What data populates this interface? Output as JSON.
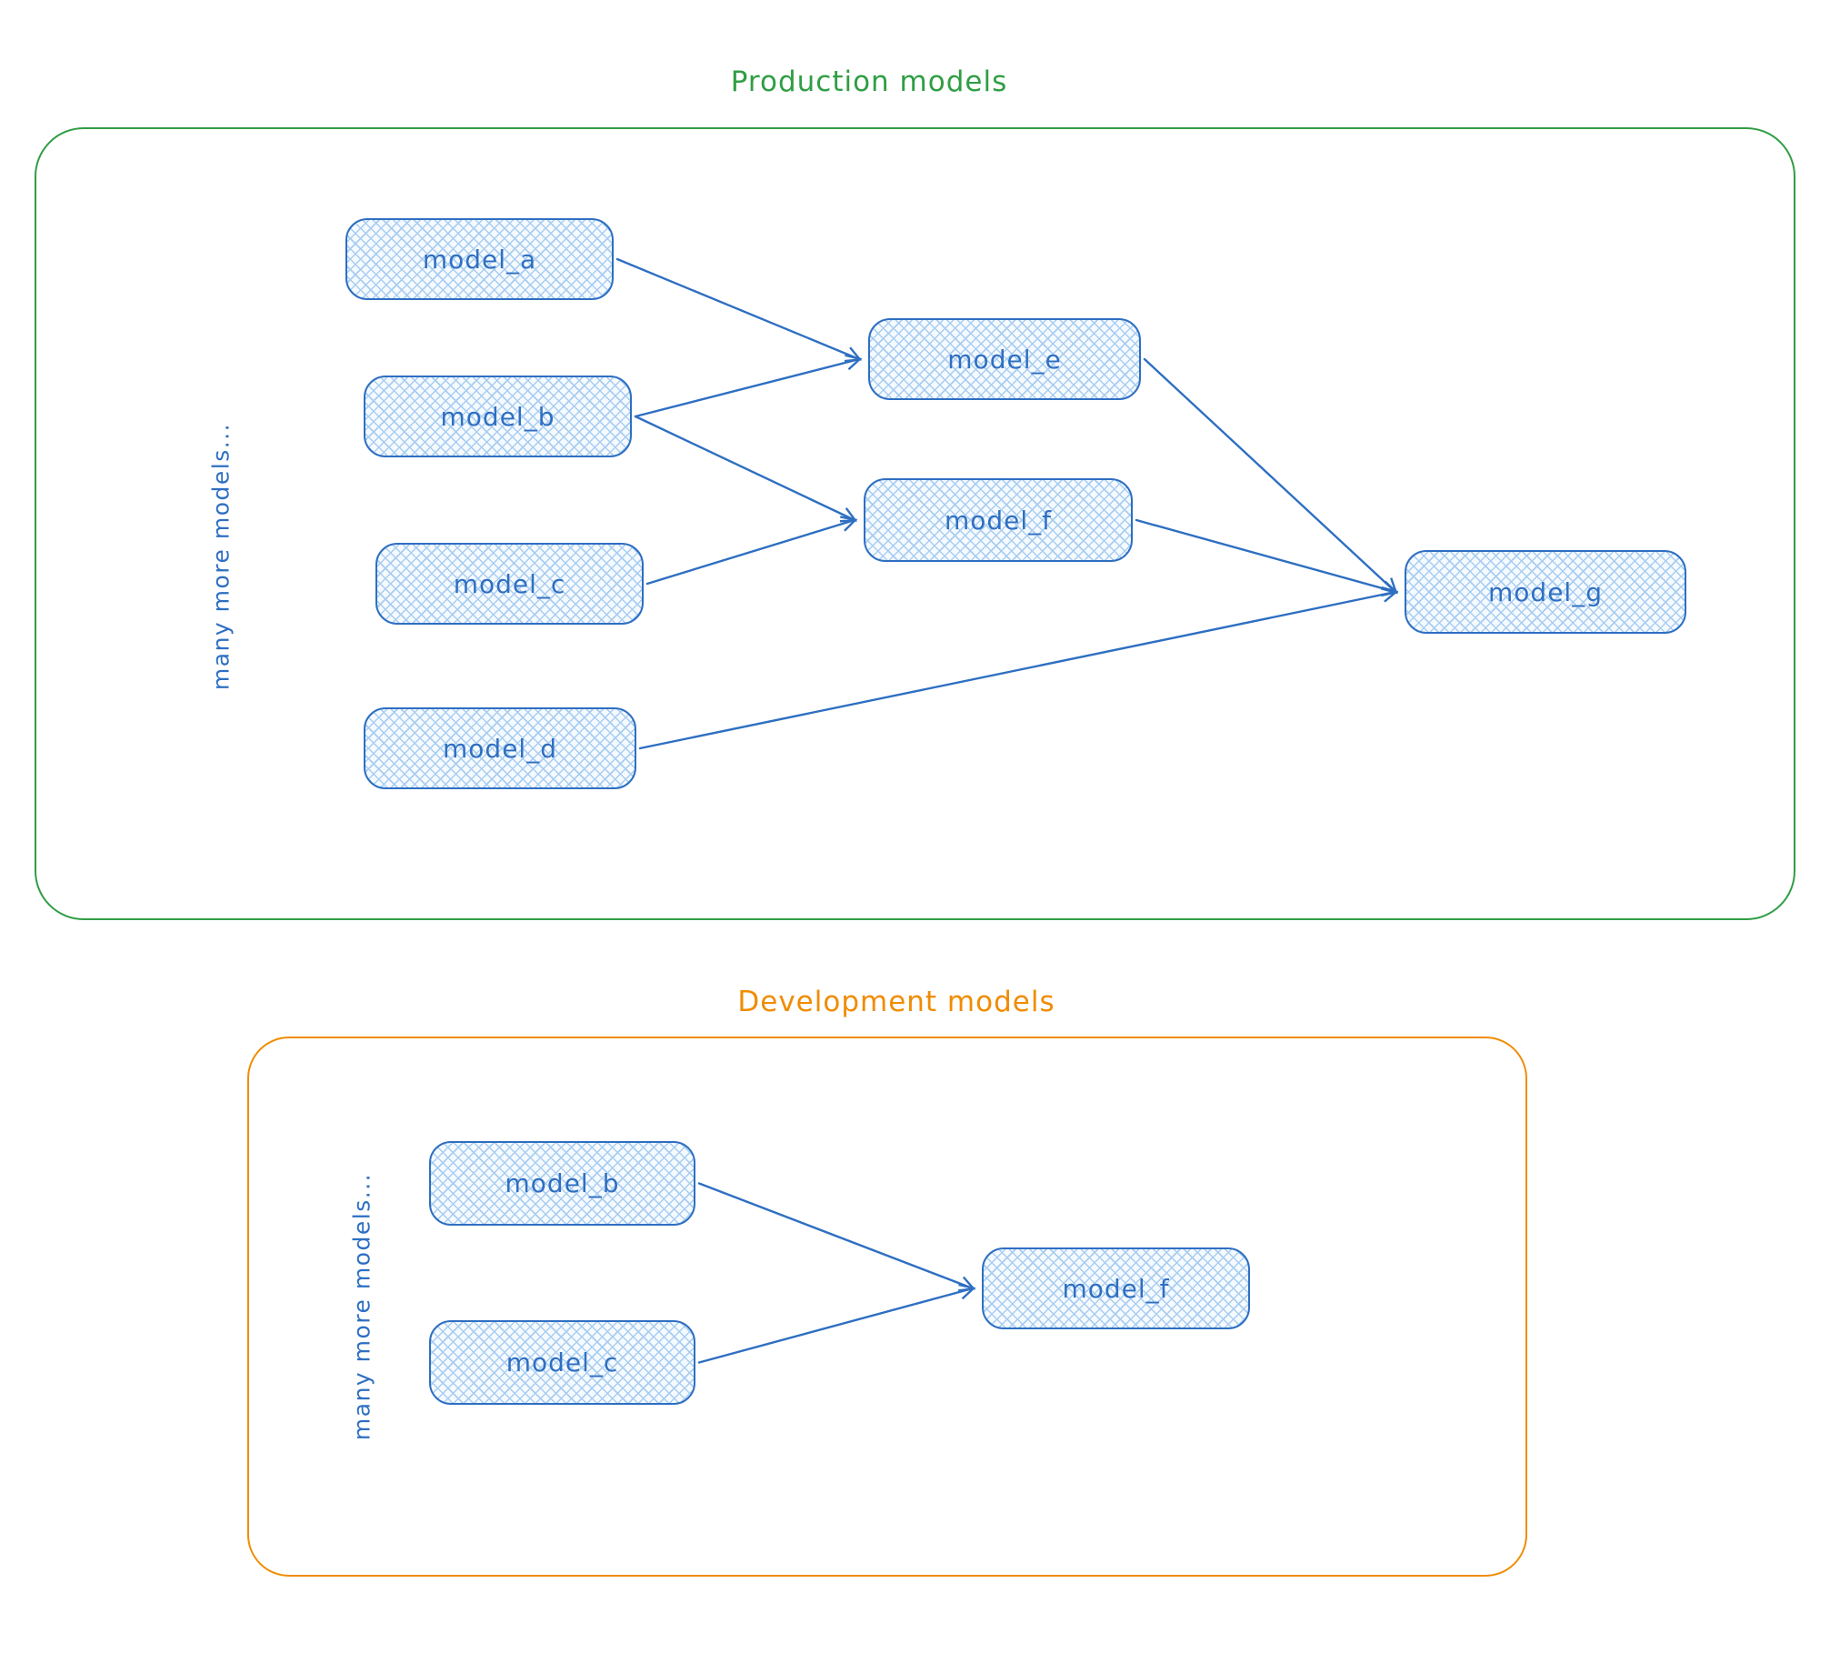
{
  "colors": {
    "stroke_blue": "#2e6fc2",
    "hatch_blue": "#a9cdf0",
    "fill_background": "#f5faff",
    "green_accent": "#2f9e44",
    "orange_accent": "#f08c00"
  },
  "sections": [
    {
      "id": "production",
      "title": "Production models",
      "side_label": "many more models...",
      "nodes": [
        {
          "id": "a",
          "label": "model_a"
        },
        {
          "id": "b",
          "label": "model_b"
        },
        {
          "id": "c",
          "label": "model_c"
        },
        {
          "id": "d",
          "label": "model_d"
        },
        {
          "id": "e",
          "label": "model_e"
        },
        {
          "id": "f",
          "label": "model_f"
        },
        {
          "id": "g",
          "label": "model_g"
        }
      ],
      "edges": [
        [
          "a",
          "e"
        ],
        [
          "b",
          "e"
        ],
        [
          "b",
          "f"
        ],
        [
          "c",
          "f"
        ],
        [
          "e",
          "g"
        ],
        [
          "f",
          "g"
        ],
        [
          "d",
          "g"
        ]
      ]
    },
    {
      "id": "development",
      "title": "Development models",
      "side_label": "many more models...",
      "nodes": [
        {
          "id": "b",
          "label": "model_b"
        },
        {
          "id": "c",
          "label": "model_c"
        },
        {
          "id": "f",
          "label": "model_f"
        }
      ],
      "edges": [
        [
          "b",
          "f"
        ],
        [
          "c",
          "f"
        ]
      ]
    }
  ]
}
